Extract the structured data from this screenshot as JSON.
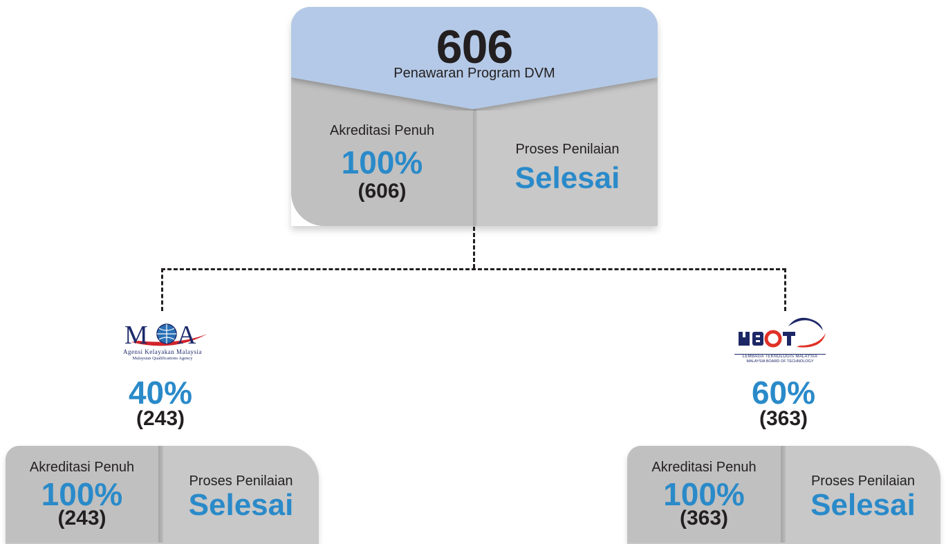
{
  "top": {
    "total": "606",
    "subtitle": "Penawaran Program DVM",
    "left_label": "Akreditasi Penuh",
    "left_pct": "100%",
    "left_count": "(606)",
    "right_label": "Proses Penilaian",
    "right_status": "Selesai"
  },
  "mqa": {
    "logo_mark": "MQA",
    "logo_line1": "Agensi Kelayakan Malaysia",
    "logo_line2": "Malaysian Qualifications Agency",
    "share_pct": "40%",
    "share_count": "(243)",
    "card": {
      "left_label": "Akreditasi Penuh",
      "left_pct": "100%",
      "left_count": "(243)",
      "right_label": "Proses Penilaian",
      "right_status": "Selesai"
    }
  },
  "mbot": {
    "logo_mark": "MBOT",
    "logo_line1": "LEMBAGA TEKNOLOGIS MALAYSIA",
    "logo_line2": "MALAYSIA BOARD OF TECHNOLOGY",
    "share_pct": "60%",
    "share_count": "(363)",
    "card": {
      "left_label": "Akreditasi Penuh",
      "left_pct": "100%",
      "left_count": "(363)",
      "right_label": "Proses Penilaian",
      "right_status": "Selesai"
    }
  },
  "colors": {
    "accent_blue": "#2a8ac9",
    "banner_blue": "#b4c9e7",
    "card_gray": "#c4c4c4",
    "text_dark": "#231f20",
    "mqa_navy": "#1c2a6b",
    "mqa_red": "#d2232a",
    "mbot_navy": "#1d2766",
    "mbot_red": "#e03127"
  },
  "icons": {
    "mqa_logo": "mqa-globe-logo",
    "mbot_logo": "mbot-orbit-logo"
  }
}
